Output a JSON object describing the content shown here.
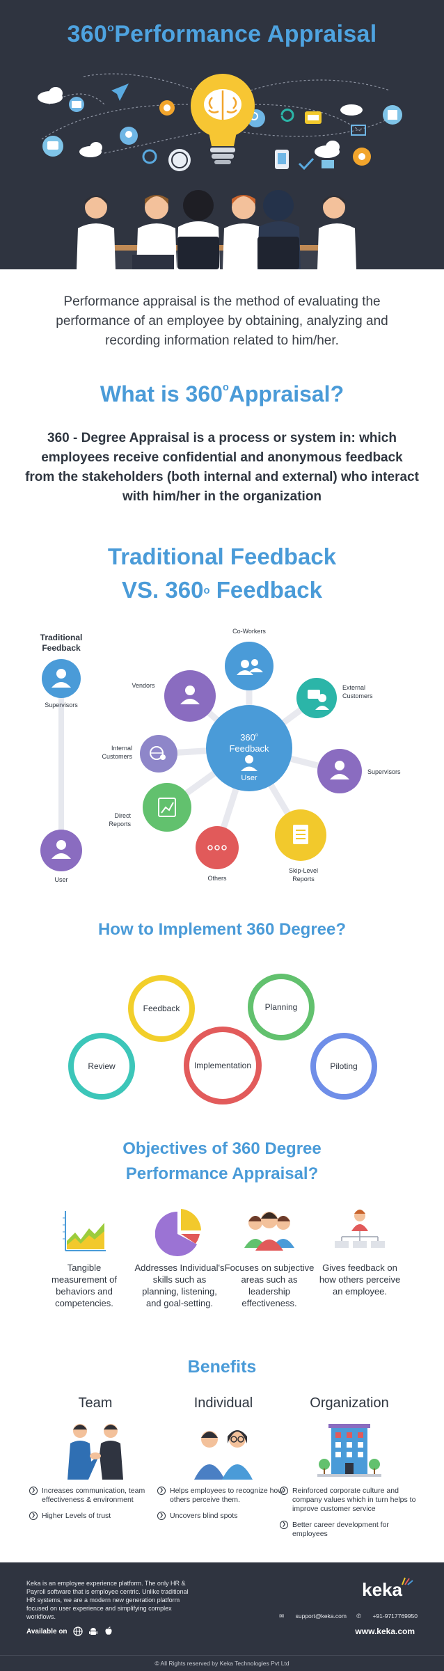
{
  "hero": {
    "title_prefix": "360",
    "title_degree": "o",
    "title_suffix": "Performance Appraisal"
  },
  "intro": "Performance appraisal is the method of evaluating the performance of an employee by obtaining, analyzing and recording information related to him/her.",
  "what": {
    "title_prefix": "What is 360",
    "title_degree": "o",
    "title_suffix": "Appraisal?",
    "description": "360 - Degree Appraisal is a process or system in: which employees receive confidential and anonymous feedback from the stakeholders (both internal and external) who interact with him/her in the organization"
  },
  "compare": {
    "line1": "Traditional Feedback",
    "line2_prefix": "VS. 360",
    "line2_degree": "o",
    "line2_suffix": " Feedback"
  },
  "diagram": {
    "traditional_label_1": "Traditional",
    "traditional_label_2": "Feedback",
    "supervisors_left": "Supervisors",
    "user_left": "User",
    "center_line1": "360",
    "center_degree": "o",
    "center_line2": "Feedback",
    "center_user": "User",
    "nodes": {
      "coworkers": "Co-Workers",
      "external_1": "External",
      "external_2": "Customers",
      "supervisors": "Supervisors",
      "skip_1": "Skip-Level",
      "skip_2": "Reports",
      "others": "Others",
      "direct_1": "Direct",
      "direct_2": "Reports",
      "internal_1": "Internal",
      "internal_2": "Customers",
      "vendors": "Vendors"
    },
    "colors": {
      "blue": "#4a9bd8",
      "purple": "#8a6cc0",
      "teal": "#2bb5a8",
      "green": "#62c16e",
      "red": "#e15a5a",
      "yellow": "#f2c92c",
      "lavender": "#8e86c9"
    }
  },
  "implement": {
    "title": "How to Implement 360 Degree?",
    "steps": {
      "review": "Review",
      "feedback": "Feedback",
      "implementation": "Implementation",
      "planning": "Planning",
      "piloting": "Piloting"
    },
    "colors": {
      "review": "#3cc6b9",
      "feedback": "#f2cf2b",
      "implementation": "#e25b5b",
      "planning": "#62c16e",
      "piloting": "#6f8ee8"
    }
  },
  "objectives": {
    "title_line1": "Objectives of 360 Degree",
    "title_line2": "Performance Appraisal?",
    "items": [
      {
        "caption": "Tangible measurement of behaviors and competencies.",
        "icon": "growth-chart-icon"
      },
      {
        "caption": "Addresses Individual's skills such as planning, listening, and goal-setting.",
        "icon": "pie-chart-icon"
      },
      {
        "caption": "Focuses on subjective areas such as leadership effectiveness.",
        "icon": "group-icon"
      },
      {
        "caption": "Gives feedback on how others perceive an employee.",
        "icon": "org-chart-icon"
      }
    ]
  },
  "benefits": {
    "title": "Benefits",
    "team": {
      "heading": "Team",
      "items": [
        "Increases communication, team effectiveness & environment",
        "Higher Levels of trust"
      ]
    },
    "individual": {
      "heading": "Individual",
      "items": [
        "Helps employees to recognize how others perceive them.",
        "Uncovers blind spots"
      ]
    },
    "organization": {
      "heading": "Organization",
      "items": [
        "Reinforced corporate culture and company values which in turn helps to improve customer service",
        "Better career development for employees"
      ]
    }
  },
  "footer": {
    "about": "Keka is an employee experience platform. The only HR & Payroll software that is employee centric. Unlike traditional HR systems, we are a modern new generation platform focused on user experience and simplifying complex workflows.",
    "available_on": "Available on",
    "logo": "keka",
    "email": "support@keka.com",
    "phone": "+91-9717769950",
    "website": "www.keka.com",
    "copyright": "All Rights reserved by Keka Technologies Pvt Ltd"
  }
}
